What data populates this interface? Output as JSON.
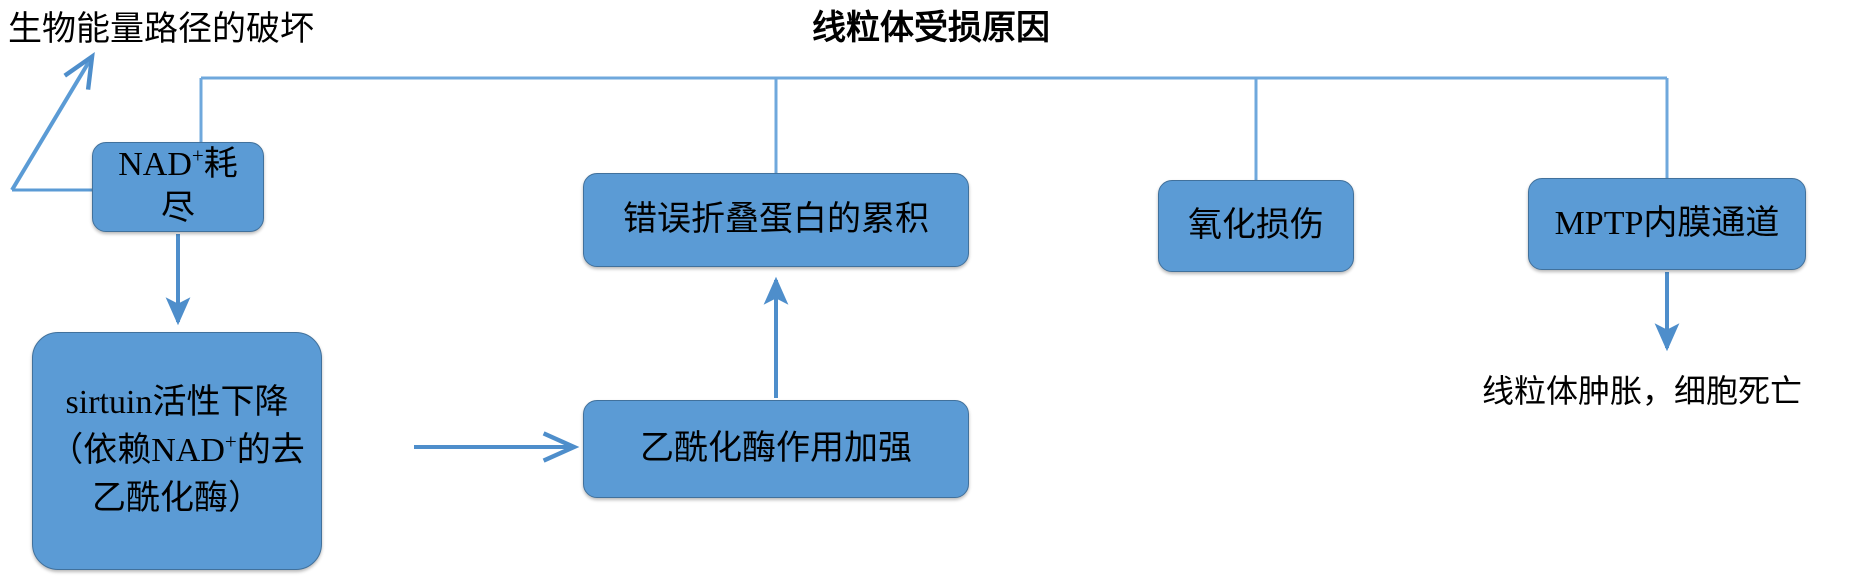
{
  "diagram": {
    "title_main": "线粒体受损原因",
    "title_left": "生物能量路径的破坏",
    "accent_color": "#5B9BD5",
    "line_color": "#4E8ECB",
    "border_color": "#41719C",
    "background": "#FFFFFF",
    "nodes": [
      {
        "id": "nad",
        "label": "NAD+耗尽",
        "label_base": "NAD",
        "label_sup": "+",
        "label_tail": "耗尽"
      },
      {
        "id": "sirtuin",
        "label": "sirtuin活性下降（依赖NAD+的去乙酰化酶）",
        "line1": "sirtuin活性下降",
        "line2_base": "（依赖NAD",
        "line2_sup": "+",
        "line2_tail": "的去",
        "line3": "乙酰化酶）"
      },
      {
        "id": "misfold",
        "label": "错误折叠蛋白的累积"
      },
      {
        "id": "acetyl",
        "label": "乙酰化酶作用加强"
      },
      {
        "id": "oxid",
        "label": "氧化损伤"
      },
      {
        "id": "mptp",
        "label": "MPTP内膜通道"
      }
    ],
    "outcome_text": "线粒体肿胀，细胞死亡",
    "edges": [
      {
        "from": "root-bus",
        "to": "nad",
        "kind": "elbow"
      },
      {
        "from": "root-bus",
        "to": "misfold",
        "kind": "elbow"
      },
      {
        "from": "root-bus",
        "to": "oxid",
        "kind": "elbow"
      },
      {
        "from": "root-bus",
        "to": "mptp",
        "kind": "elbow"
      },
      {
        "from": "nad",
        "to": "sirtuin",
        "kind": "arrow-down"
      },
      {
        "from": "sirtuin",
        "to": "acetyl",
        "kind": "arrow-right"
      },
      {
        "from": "acetyl",
        "to": "misfold",
        "kind": "arrow-up"
      },
      {
        "from": "mptp",
        "to": "outcome",
        "kind": "arrow-down"
      },
      {
        "from": "nad",
        "to": "title-left",
        "kind": "arrow-elbow-up-left"
      }
    ]
  }
}
